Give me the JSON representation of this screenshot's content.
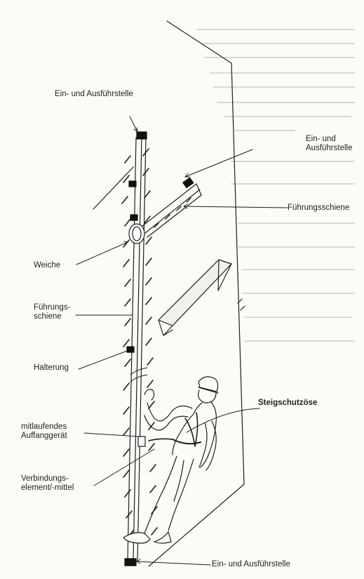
{
  "labels": {
    "top_entry": "Ein- und Ausführstelle",
    "right_entry": "Ein- und\nAusführstelle",
    "side_rail": "Führungsschiene",
    "switch": "Weiche",
    "main_rail": "Führungs-\nschiene",
    "bracket": "Halterung",
    "eyelet": "Steigschutzöse",
    "fall_arrester": "mitlaufendes\nAuffanggerät",
    "connector": "Verbindungs-\nelement/-mittel",
    "bottom_entry": "Ein- und Ausführstelle"
  },
  "colors": {
    "ink": "#1e1e1e",
    "paper": "#fbfbf8",
    "wall_text": "#d9d9d4",
    "accent_dark": "#111111"
  }
}
